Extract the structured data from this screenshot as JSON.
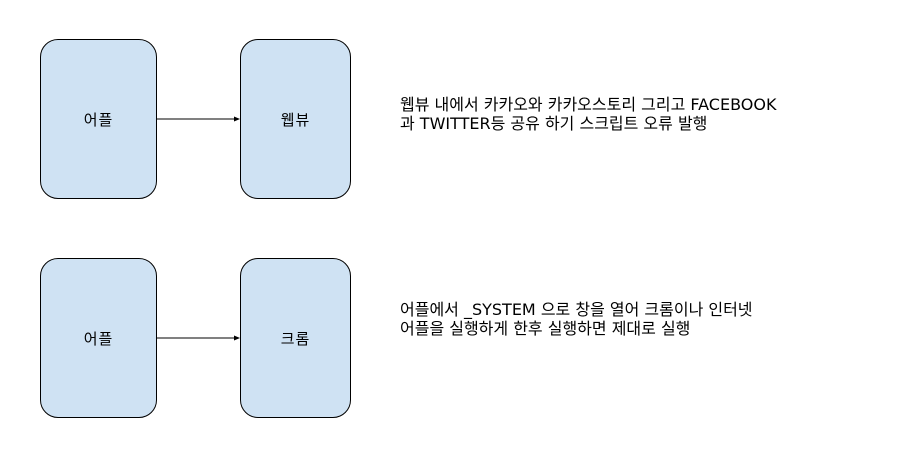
{
  "colors": {
    "box_fill": "#cfe2f3",
    "stroke": "#000000",
    "text": "#000000",
    "background": "#ffffff"
  },
  "flows": [
    {
      "source": "어플",
      "target": "웹뷰",
      "note_lines": [
        "웹뷰 내에서 카카오와 카카오스토리 그리고 FACEBOOK",
        "과 TWITTER등 공유 하기 스크립트 오류 발행"
      ]
    },
    {
      "source": "어플",
      "target": "크롬",
      "note_lines": [
        "어플에서 _SYSTEM 으로 창을 열어 크롬이나 인터넷",
        "어플을 실행하게 한후 실행하면 제대로 실행"
      ]
    }
  ]
}
